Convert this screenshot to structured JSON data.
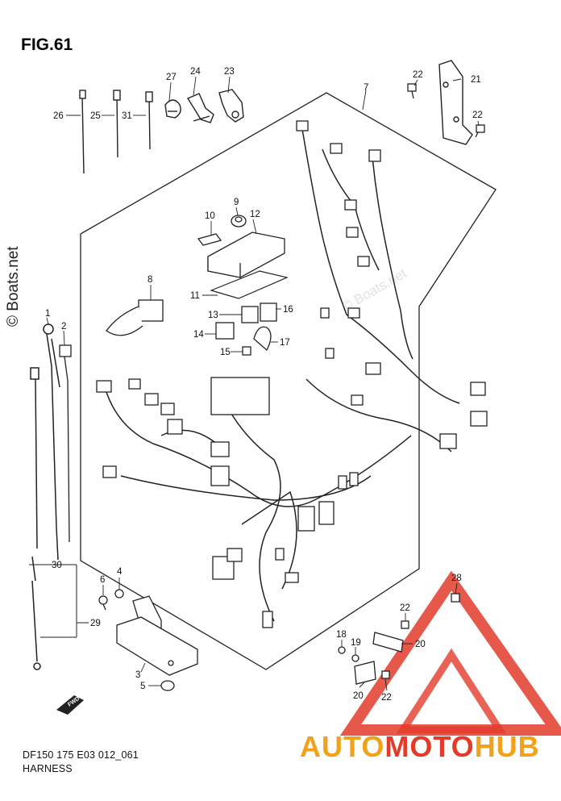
{
  "figure": {
    "title": "FIG.61",
    "footer_code": "DF150 175 E03 012_061",
    "footer_name": "HARNESS"
  },
  "watermark": {
    "side_text": "© Boats.net",
    "faint_text": "© Boats.net"
  },
  "brand": {
    "part1": "AUTO",
    "part2": "MOTO",
    "part3": "HUB",
    "colors": {
      "orange": "#f2a11b",
      "red": "#e23b2a"
    }
  },
  "callouts": {
    "c1": "1",
    "c2": "2",
    "c3": "3",
    "c4": "4",
    "c5": "5",
    "c6": "6",
    "c7": "7",
    "c8": "8",
    "c9": "9",
    "c10": "10",
    "c11": "11",
    "c12": "12",
    "c13": "13",
    "c14": "14",
    "c15": "15",
    "c16": "16",
    "c17": "17",
    "c18": "18",
    "c19": "19",
    "c20a": "20",
    "c20b": "20",
    "c21": "21",
    "c22a": "22",
    "c22b": "22",
    "c22c": "22",
    "c22d": "22",
    "c23": "23",
    "c24": "24",
    "c25": "25",
    "c26": "26",
    "c27": "27",
    "c28": "28",
    "c29": "29",
    "c30": "30",
    "c31": "31"
  },
  "arrow_label": "FWD"
}
